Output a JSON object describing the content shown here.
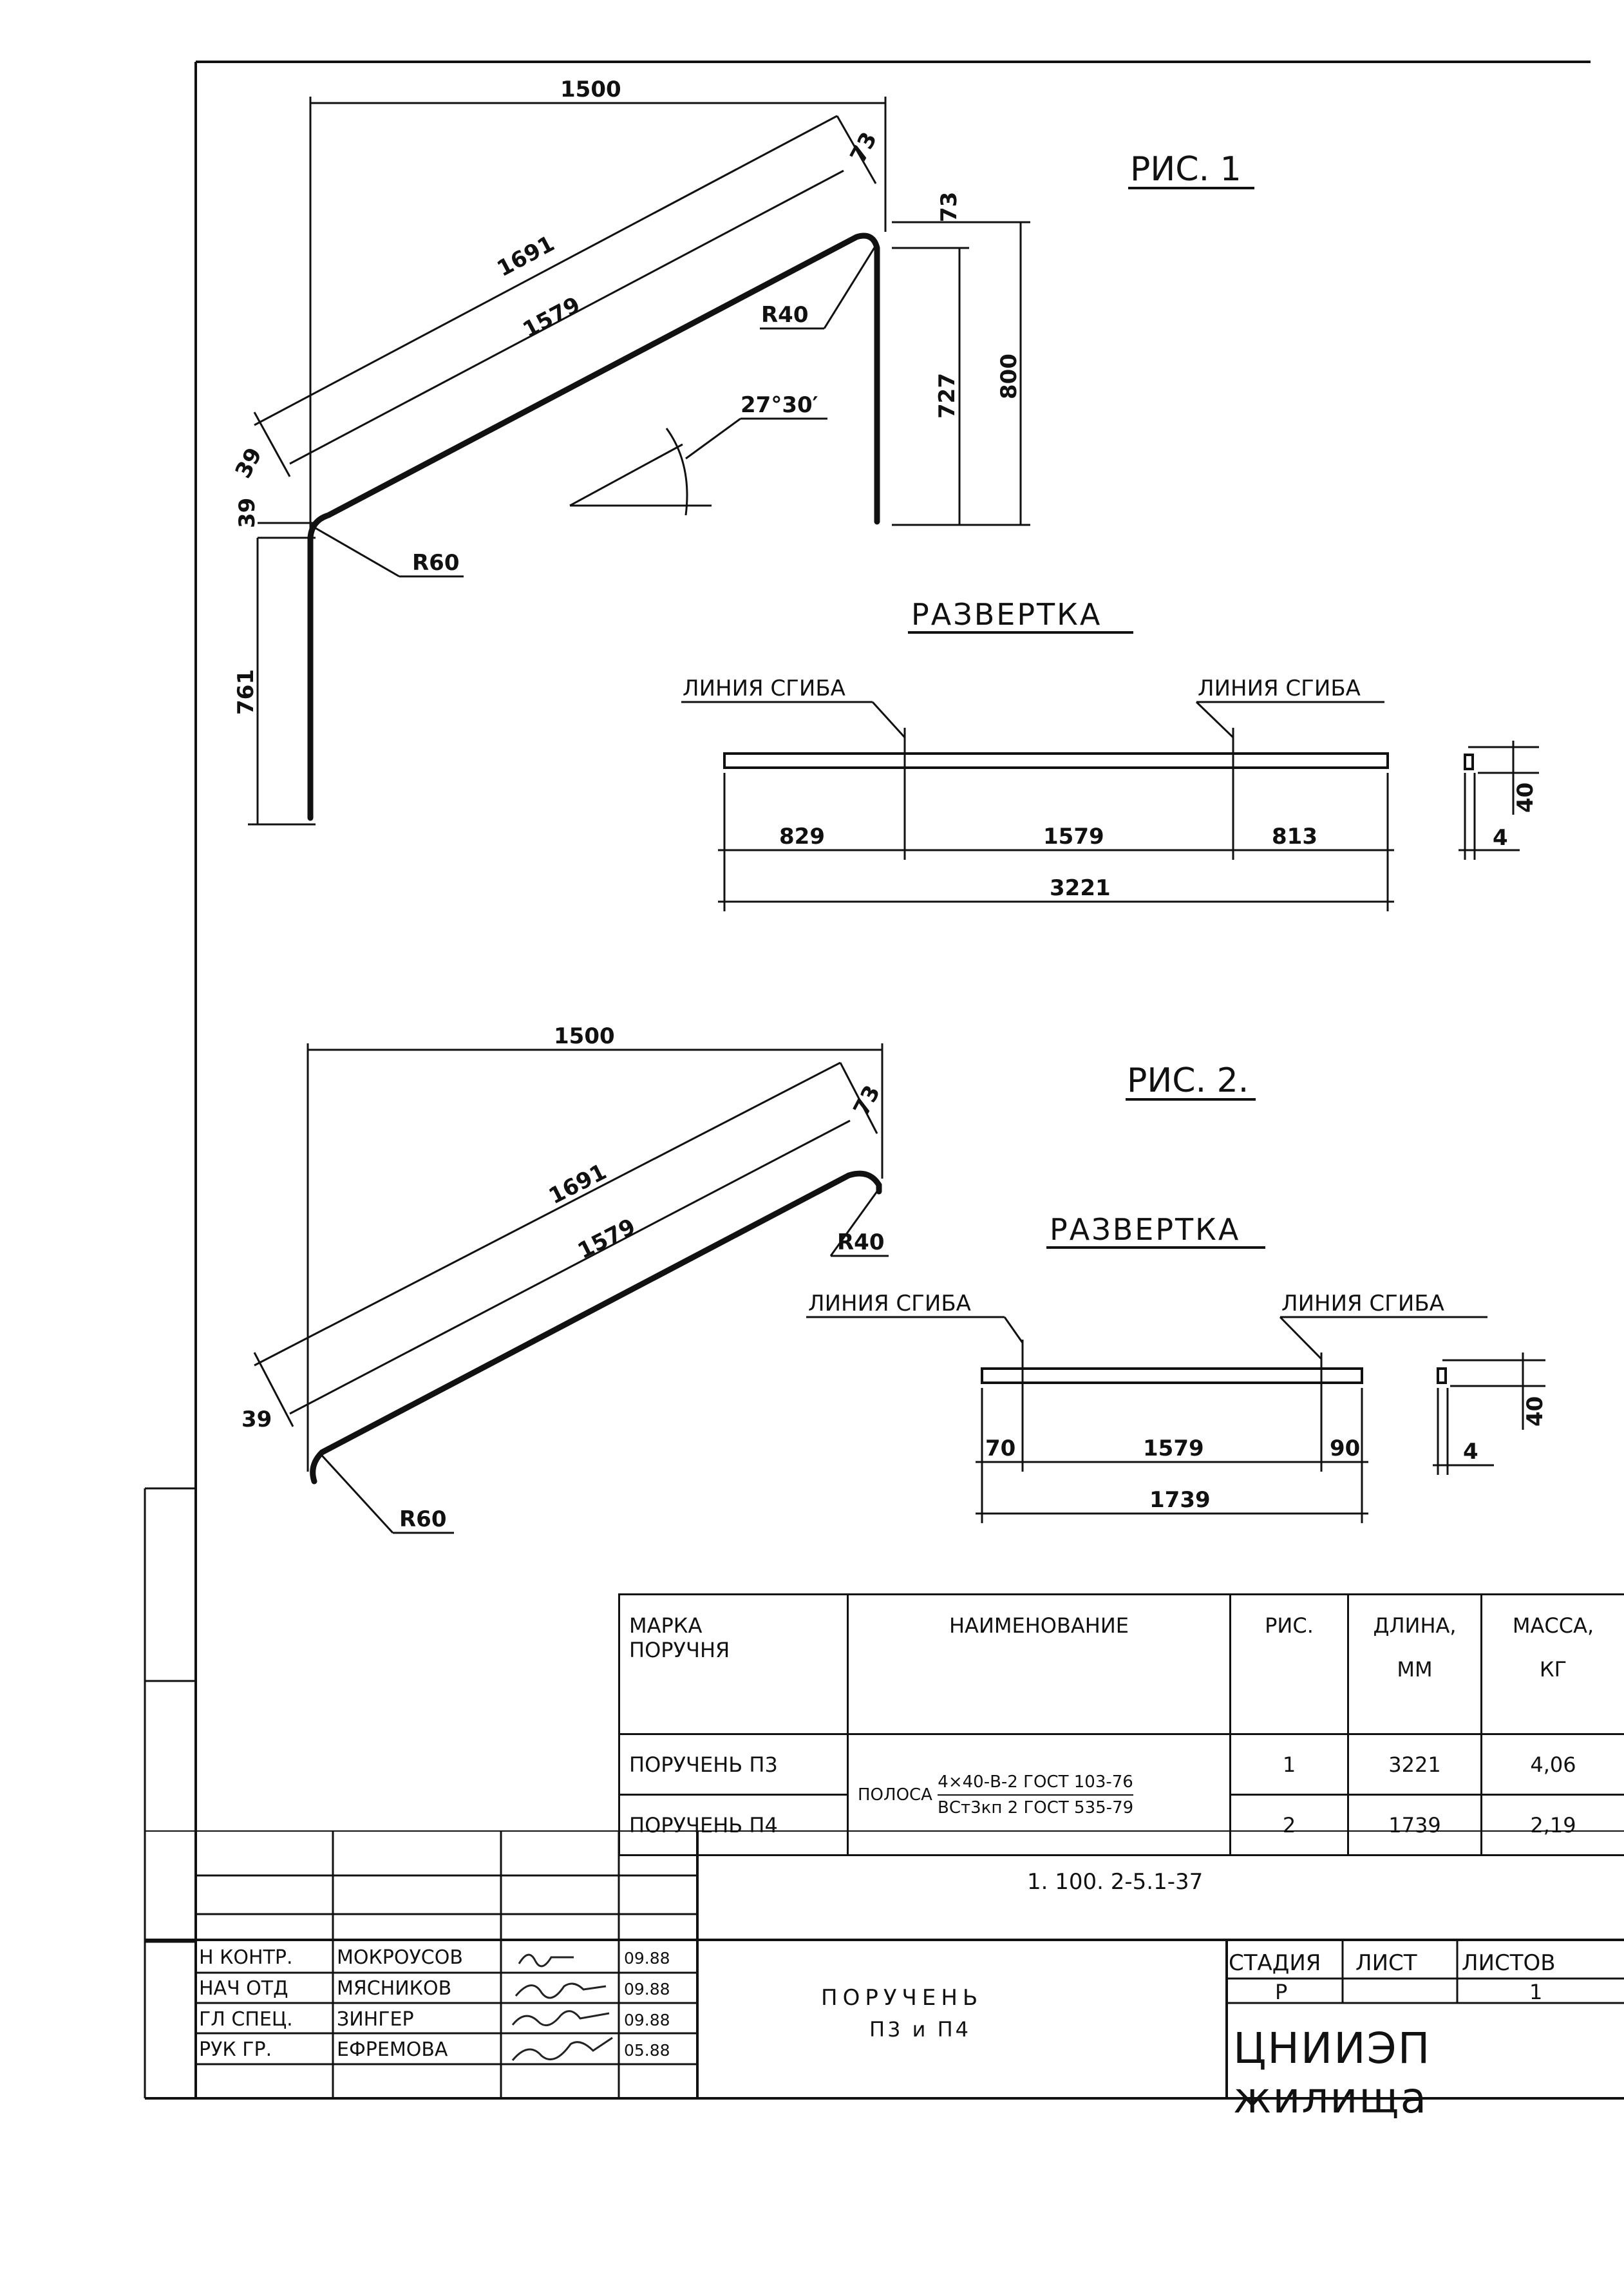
{
  "figures": {
    "fig1": {
      "title": "РИС. 1",
      "dims": {
        "span": "1500",
        "outer_len": "1691",
        "inner_len": "1579",
        "top_offset": "73",
        "top_offset2": "73",
        "left_offset": "39",
        "left_offset2": "39",
        "right_h_inner": "727",
        "right_h_outer": "800",
        "left_h": "761",
        "radius_top": "R40",
        "radius_bottom": "R60",
        "angle": "27°30′"
      },
      "razvertka": {
        "title": "РАЗВЕРТКА",
        "bend_left": "ЛИНИЯ СГИБА",
        "bend_right": "ЛИНИЯ СГИБА",
        "seg1": "829",
        "seg2": "1579",
        "seg3": "813",
        "total": "3221",
        "section_h": "40",
        "section_w": "4"
      }
    },
    "fig2": {
      "title": "РИС. 2.",
      "dims": {
        "span": "1500",
        "outer_len": "1691",
        "inner_len": "1579",
        "top_offset": "73",
        "left_offset": "39",
        "radius_top": "R40",
        "radius_bottom": "R60"
      },
      "razvertka": {
        "title": "РАЗВЕРТКА",
        "bend_left": "ЛИНИЯ СГИБА",
        "bend_right": "ЛИНИЯ СГИБА",
        "seg1": "70",
        "seg2": "1579",
        "seg3": "90",
        "total": "1739",
        "section_h": "40",
        "section_w": "4"
      }
    }
  },
  "spec_table": {
    "headers": {
      "mark_1": "МАРКА",
      "mark_2": "ПОРУЧНЯ",
      "name": "НАИМЕНОВАНИЕ",
      "fig": "РИС.",
      "len_1": "ДЛИНА,",
      "len_2": "ММ",
      "mass_1": "МАССА,",
      "mass_2": "КГ"
    },
    "name_prefix": "ПОЛОСА",
    "name_top": "4×40-В-2  ГОСТ 103-76",
    "name_bottom": "ВСт3кп 2 ГОСТ 535-79",
    "rows": [
      {
        "mark": "ПОРУЧЕНЬ П3",
        "fig": "1",
        "length": "3221",
        "mass": "4,06"
      },
      {
        "mark": "ПОРУЧЕНЬ П4",
        "fig": "2",
        "length": "1739",
        "mass": "2,19"
      }
    ]
  },
  "title_block": {
    "code": "1. 100. 2-5.1-37",
    "title_1": "ПОРУЧЕНЬ",
    "title_2": "П3  и  П4",
    "stage_label": "СТАДИЯ",
    "sheet_label": "ЛИСТ",
    "sheets_label": "ЛИСТОВ",
    "stage": "Р",
    "sheets": "1",
    "org": "ЦНИИЭП жилища",
    "people": [
      {
        "role": "Н КОНТР.",
        "name": "МОКРОУСОВ",
        "date": "09.88"
      },
      {
        "role": "НАЧ ОТД",
        "name": "МЯСНИКОВ",
        "date": "09.88"
      },
      {
        "role": "ГЛ СПЕЦ.",
        "name": "ЗИНГЕР",
        "date": "09.88"
      },
      {
        "role": "РУК ГР.",
        "name": "ЕФРЕМОВА",
        "date": "05.88"
      }
    ]
  }
}
